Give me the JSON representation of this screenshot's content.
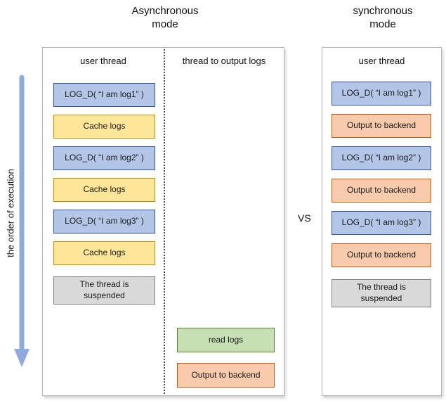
{
  "titles": {
    "async": "Asynchronous mode",
    "sync": "synchronous mode",
    "vs": "VS"
  },
  "arrow_label": "the order of execution",
  "async_panel": {
    "user_thread_header": "user thread",
    "output_thread_header": "thread to output logs",
    "user_thread_boxes": [
      {
        "label": "LOG_D( “I am log1” )",
        "type": "log-call"
      },
      {
        "label": "Cache logs",
        "type": "cache"
      },
      {
        "label": "LOG_D( “I am log2” )",
        "type": "log-call"
      },
      {
        "label": "Cache logs",
        "type": "cache"
      },
      {
        "label": "LOG_D( “I am log3” )",
        "type": "log-call"
      },
      {
        "label": "Cache logs",
        "type": "cache"
      },
      {
        "label": "The thread is suspended",
        "type": "suspended"
      }
    ],
    "output_thread_boxes": [
      {
        "label": "read logs",
        "type": "read"
      },
      {
        "label": "Output to backend",
        "type": "output"
      }
    ]
  },
  "sync_panel": {
    "user_thread_header": "user thread",
    "user_thread_boxes": [
      {
        "label": "LOG_D( “I am log1” )",
        "type": "log-call"
      },
      {
        "label": "Output to backend",
        "type": "output"
      },
      {
        "label": "LOG_D( “I am log2” )",
        "type": "log-call"
      },
      {
        "label": "Output to backend",
        "type": "output"
      },
      {
        "label": "LOG_D( “I am log3” )",
        "type": "log-call"
      },
      {
        "label": "Output to backend",
        "type": "output"
      },
      {
        "label": "The thread is suspended",
        "type": "suspended"
      }
    ]
  },
  "colors": {
    "log_call_fill": "#b4c6e7",
    "log_call_border": "#2f5597",
    "cache_fill": "#ffe699",
    "cache_border": "#bf9000",
    "output_fill": "#f8cbad",
    "output_border": "#c55a11",
    "read_fill": "#c6e0b4",
    "read_border": "#548235",
    "suspended_fill": "#d9d9d9",
    "suspended_border": "#7f7f7f",
    "arrow": "#8faadc",
    "panel_border": "#b9b9b9"
  }
}
